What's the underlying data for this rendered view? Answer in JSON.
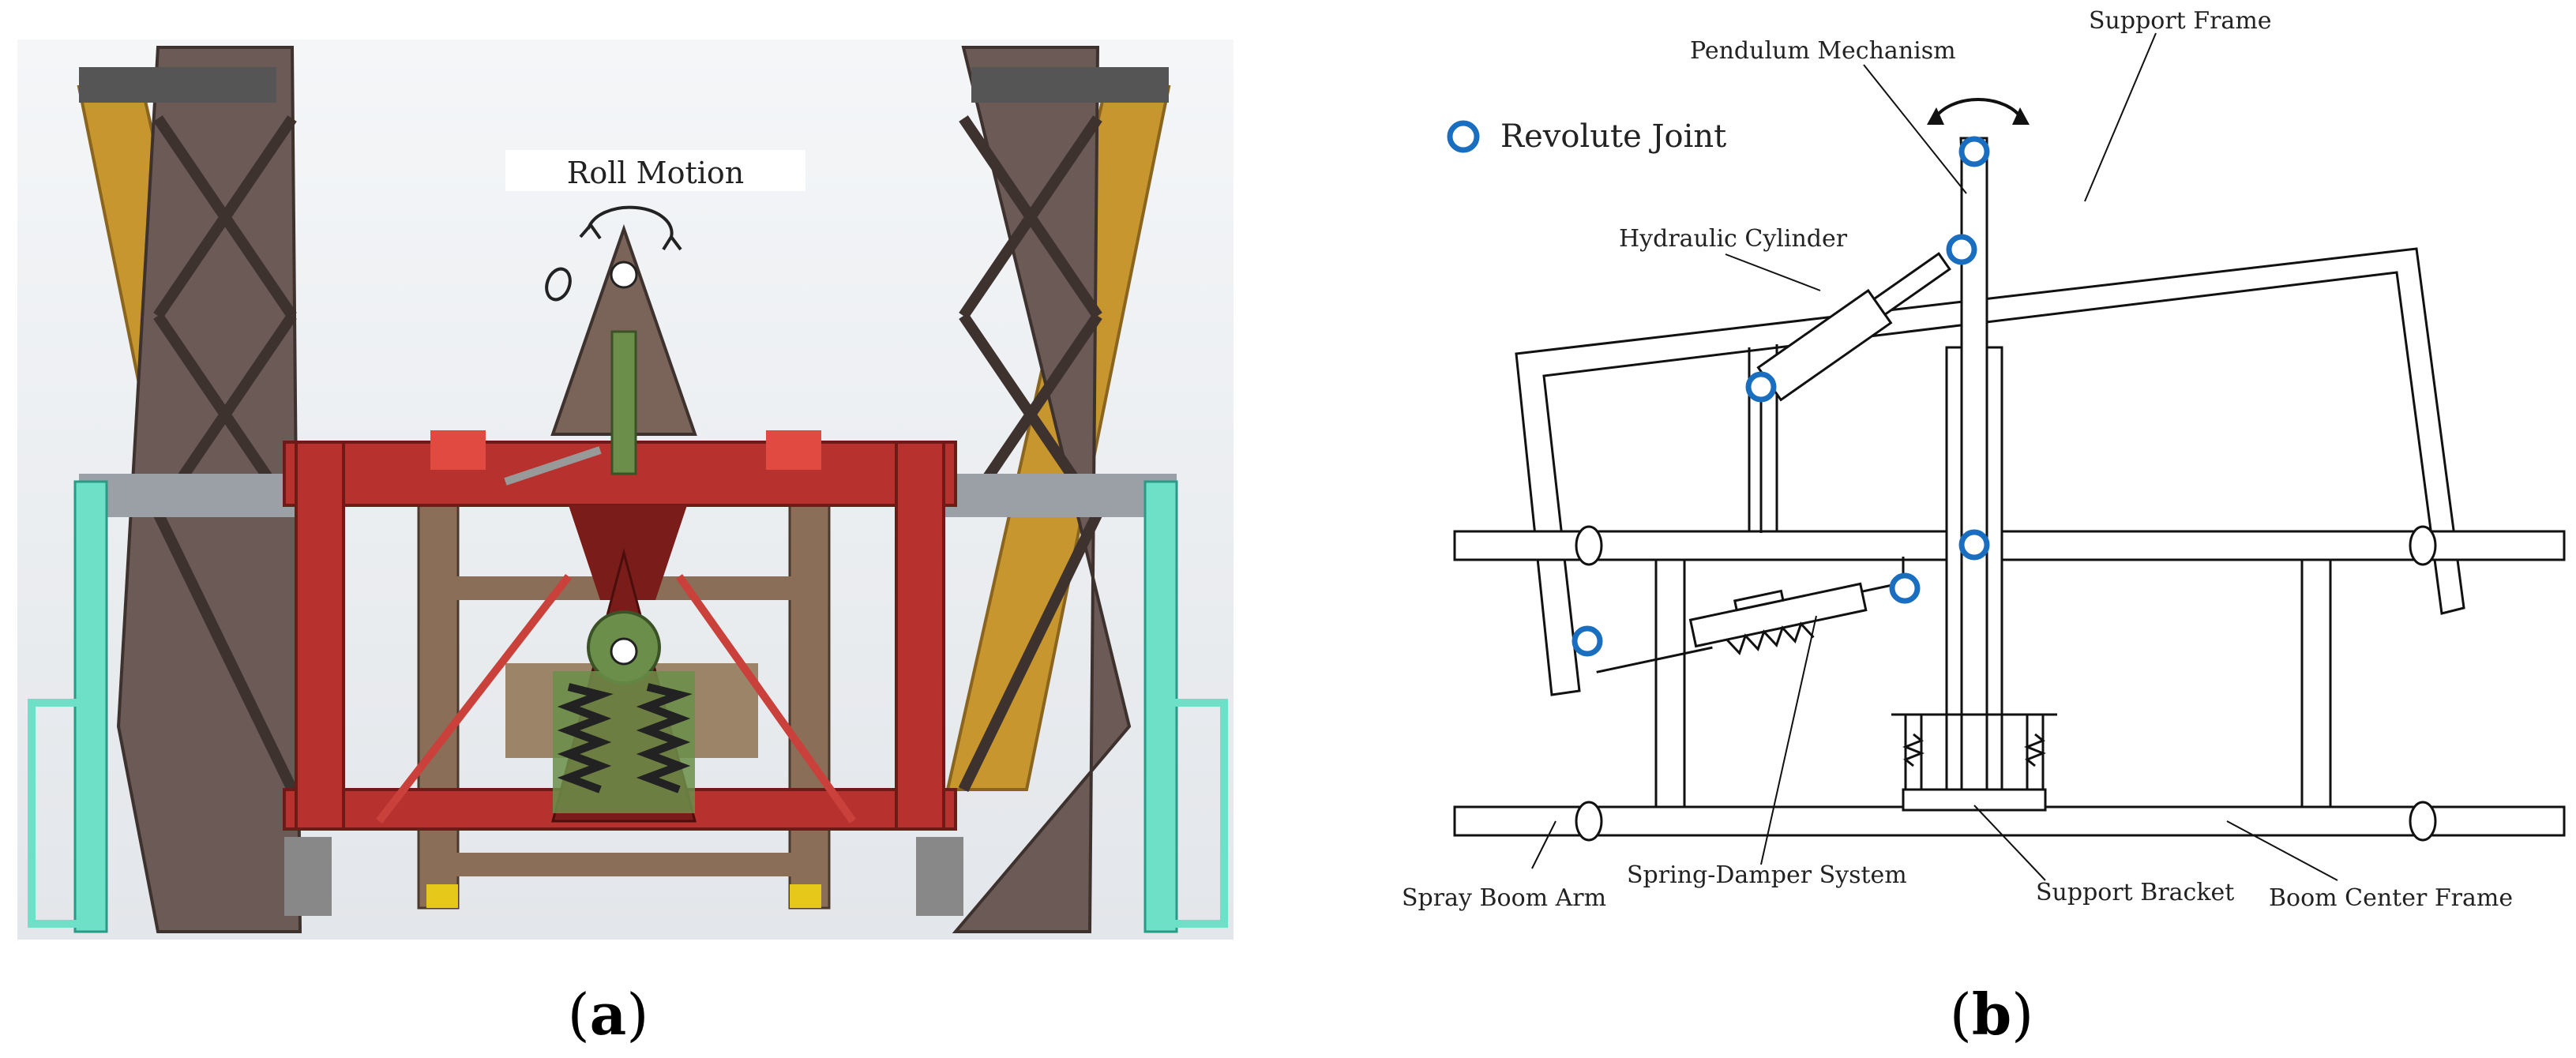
{
  "panel_a": {
    "roll_label": "Roll Motion",
    "caption_open": "(",
    "caption_letter": "a",
    "caption_close": ")"
  },
  "panel_b": {
    "legend_label": "Revolute Joint",
    "labels": {
      "support_frame": "Support Frame",
      "pendulum_mechanism": "Pendulum Mechanism",
      "hydraulic_cylinder": "Hydraulic Cylinder",
      "spray_boom_arm": "Spray Boom Arm",
      "spring_damper_system": "Spring-Damper System",
      "support_bracket": "Support Bracket",
      "boom_center_frame": "Boom Center Frame"
    },
    "caption_open": "(",
    "caption_letter": "b",
    "caption_close": ")"
  },
  "colors": {
    "frame_red": "#b7322e",
    "tower_brown": "#6b5a55",
    "tower_gold": "#c8962e",
    "arm_cyan": "#6fe0c8",
    "pendulum_green": "#6b8f4a",
    "joint_blue": "#1a6ec0"
  }
}
